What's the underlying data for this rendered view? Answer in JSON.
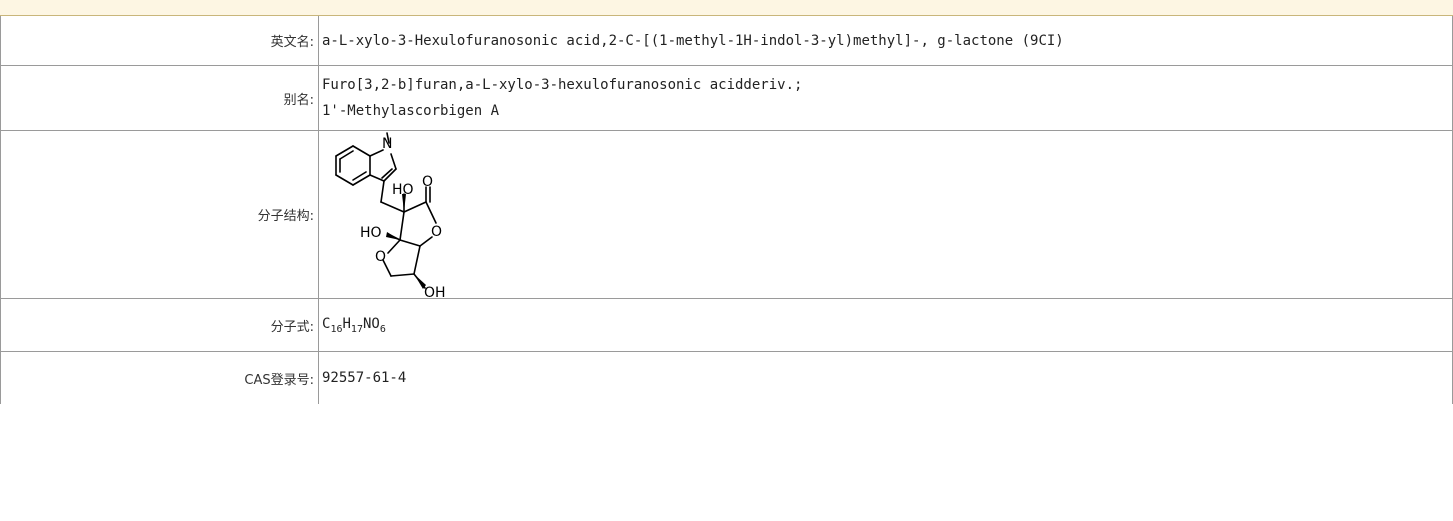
{
  "rows": {
    "english_name": {
      "label": "英文名:",
      "value": "a-L-xylo-3-Hexulofuranosonic acid,2-C-[(1-methyl-1H-indol-3-yl)methyl]-, g-lactone (9CI)"
    },
    "alias": {
      "label": "别名:",
      "values": [
        "Furo[3,2-b]furan,a-L-xylo-3-hexulofuranosonic acidderiv.;",
        "1'-Methylascorbigen A"
      ]
    },
    "structure": {
      "label": "分子结构:",
      "atom_labels": {
        "n": "N",
        "ho_top": "HO",
        "o_carbonyl": "O",
        "o_ring1": "O",
        "ho_left": "HO",
        "o_ring2": "O",
        "oh_bottom": "OH"
      }
    },
    "formula": {
      "label": "分子式:",
      "parts": [
        {
          "el": "C",
          "n": "16"
        },
        {
          "el": "H",
          "n": "17"
        },
        {
          "el": "NO",
          "n": "6"
        }
      ]
    },
    "cas": {
      "label": "CAS登录号:",
      "value": "92557-61-4"
    }
  }
}
